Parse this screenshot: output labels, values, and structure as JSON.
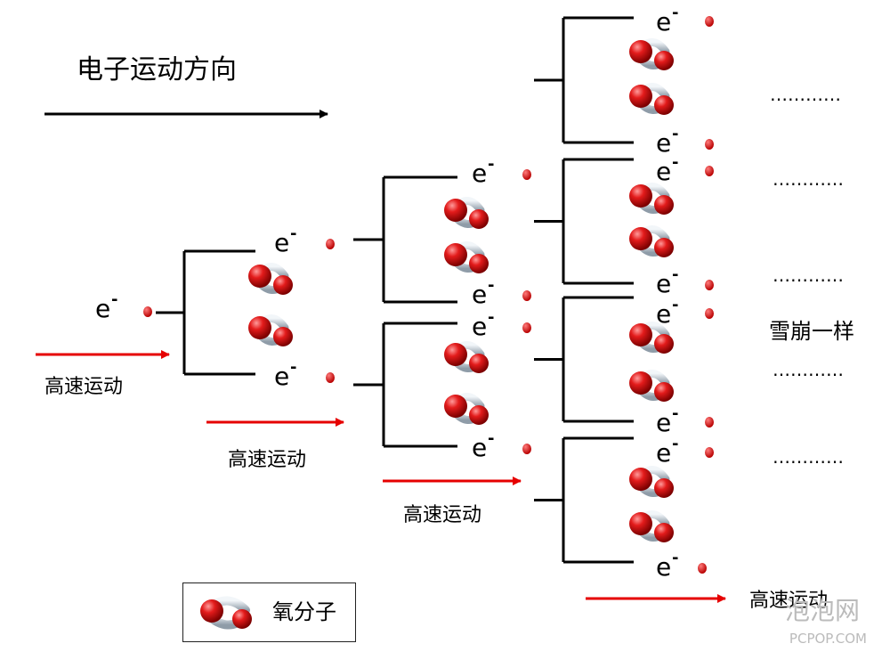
{
  "title": "电子运动方向",
  "speed_label": "高速运动",
  "avalanche_label": "雪崩一样",
  "electron_symbol": "e",
  "electron_sup": "-",
  "ellipsis": "…………",
  "legend": {
    "label": "氧分子",
    "icon": "oxygen-molecule-icon"
  },
  "watermark": {
    "main": "泡泡网",
    "sub": "PCPOP.COM"
  },
  "colors": {
    "arrow_black": "#000000",
    "arrow_red": "#e60000",
    "oxygen": "#cc1111",
    "bond": "#c9d3dc",
    "ion": "#dd1111"
  }
}
